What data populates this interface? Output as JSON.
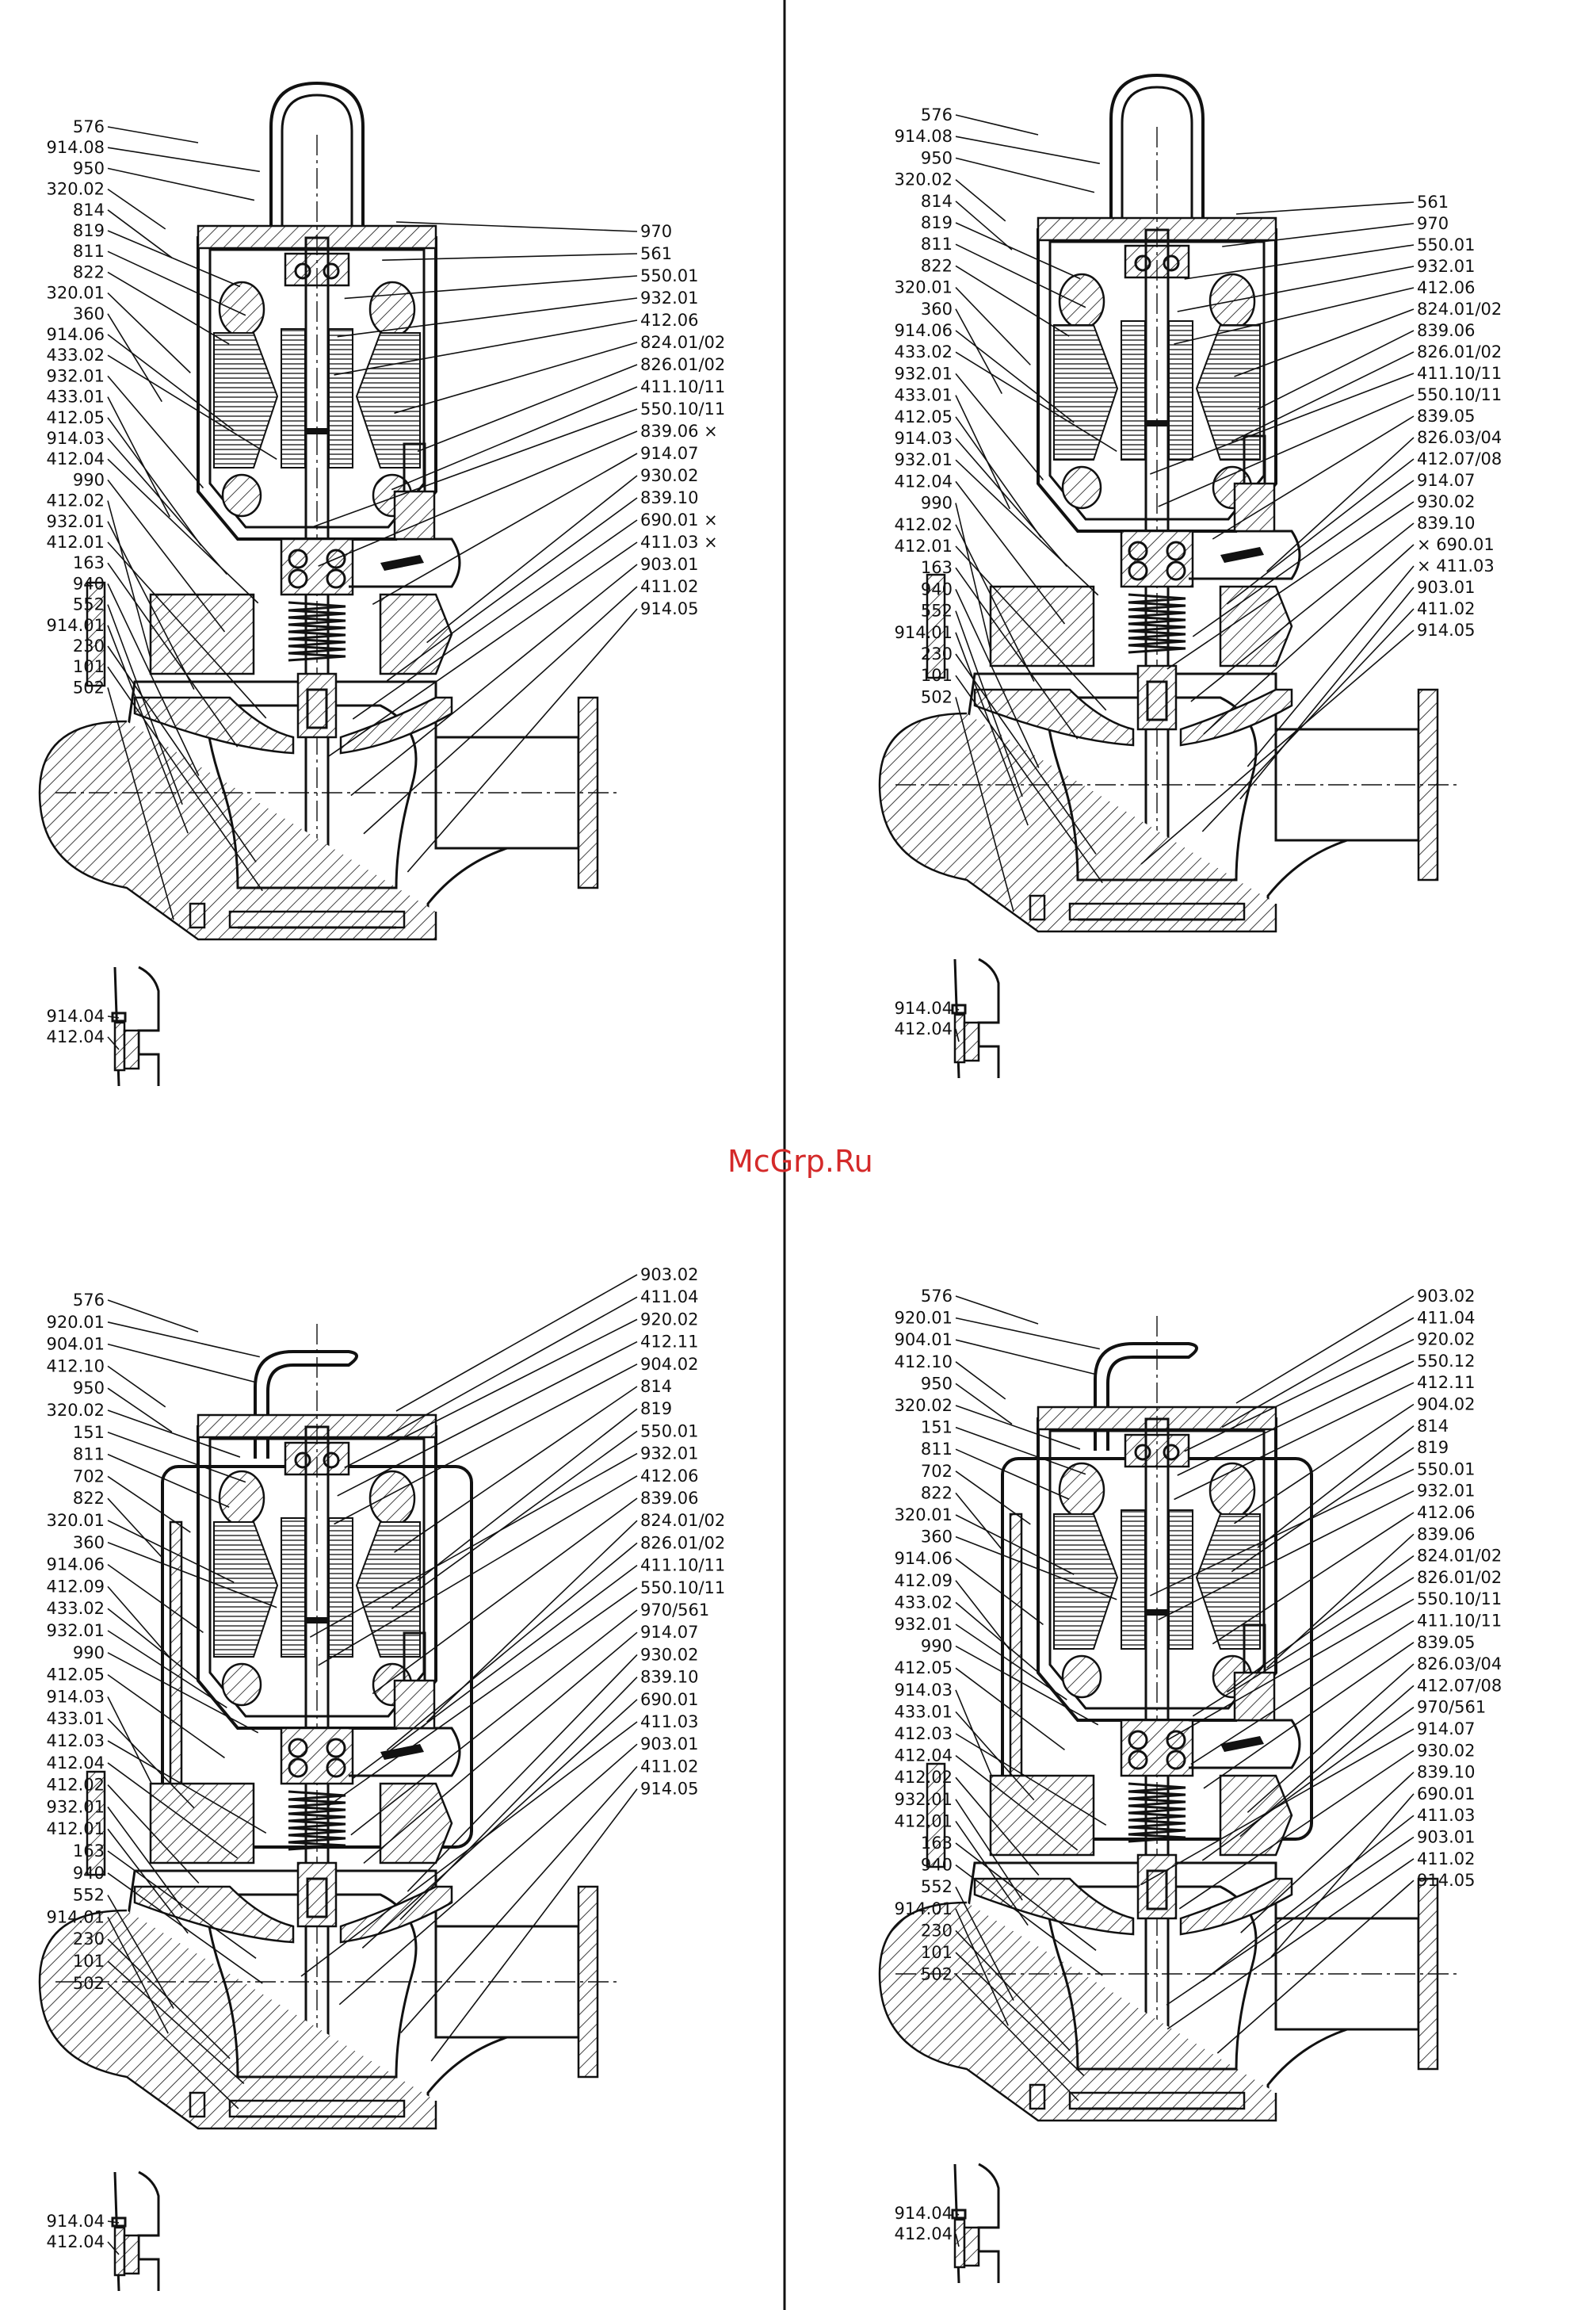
{
  "watermark": "McGrp.Ru",
  "views": [
    {
      "id": "top-left",
      "left_labels": [
        "576",
        "914.08",
        "950",
        "320.02",
        "814",
        "819",
        "811",
        "822",
        "320.01",
        "360",
        "914.06",
        "433.02",
        "932.01",
        "433.01",
        "412.05",
        "914.03",
        "412.04",
        "990",
        "412.02",
        "932.01",
        "412.01",
        "163",
        "940",
        "552",
        "914.01",
        "230",
        "101",
        "502"
      ],
      "right_labels": [
        "970",
        "561",
        "550.01",
        "932.01",
        "412.06",
        "824.01/02",
        "826.01/02",
        "411.10/11",
        "550.10/11",
        "839.06 ×",
        "914.07",
        "930.02",
        "839.10",
        "690.01 ×",
        "411.03 ×",
        "903.01",
        "411.02",
        "914.05"
      ],
      "detail_labels": [
        "914.04",
        "412.04"
      ]
    },
    {
      "id": "top-right",
      "left_labels": [
        "576",
        "914.08",
        "950",
        "320.02",
        "814",
        "819",
        "811",
        "822",
        "320.01",
        "360",
        "914.06",
        "433.02",
        "932.01",
        "433.01",
        "412.05",
        "914.03",
        "932.01",
        "412.04",
        "990",
        "412.02",
        "412.01",
        "163",
        "940",
        "552",
        "914.01",
        "230",
        "101",
        "502"
      ],
      "right_labels": [
        "561",
        "970",
        "550.01",
        "932.01",
        "412.06",
        "824.01/02",
        "839.06",
        "826.01/02",
        "411.10/11",
        "550.10/11",
        "839.05",
        "826.03/04",
        "412.07/08",
        "914.07",
        "930.02",
        "839.10",
        "× 690.01",
        "× 411.03",
        "903.01",
        "411.02",
        "914.05"
      ],
      "detail_labels": [
        "914.04",
        "412.04"
      ]
    },
    {
      "id": "bottom-left",
      "left_labels": [
        "576",
        "920.01",
        "904.01",
        "412.10",
        "950",
        "320.02",
        "151",
        "811",
        "702",
        "822",
        "320.01",
        "360",
        "914.06",
        "412.09",
        "433.02",
        "932.01",
        "990",
        "412.05",
        "914.03",
        "433.01",
        "412.03",
        "412.04",
        "412.02",
        "932.01",
        "412.01",
        "163",
        "940",
        "552",
        "914.01",
        "230",
        "101",
        "502"
      ],
      "right_labels": [
        "903.02",
        "411.04",
        "920.02",
        "412.11",
        "904.02",
        "814",
        "819",
        "550.01",
        "932.01",
        "412.06",
        "839.06",
        "824.01/02",
        "826.01/02",
        "411.10/11",
        "550.10/11",
        "970/561",
        "914.07",
        "930.02",
        "839.10",
        "690.01",
        "411.03",
        "903.01",
        "411.02",
        "914.05"
      ],
      "detail_labels": [
        "914.04",
        "412.04"
      ]
    },
    {
      "id": "bottom-right",
      "left_labels": [
        "576",
        "920.01",
        "904.01",
        "412.10",
        "950",
        "320.02",
        "151",
        "811",
        "702",
        "822",
        "320.01",
        "360",
        "914.06",
        "412.09",
        "433.02",
        "932.01",
        "990",
        "412.05",
        "914.03",
        "433.01",
        "412.03",
        "412.04",
        "412.02",
        "932.01",
        "412.01",
        "163",
        "940",
        "552",
        "914.01",
        "230",
        "101",
        "502"
      ],
      "right_labels": [
        "903.02",
        "411.04",
        "920.02",
        "550.12",
        "412.11",
        "904.02",
        "814",
        "819",
        "550.01",
        "932.01",
        "412.06",
        "839.06",
        "824.01/02",
        "826.01/02",
        "550.10/11",
        "411.10/11",
        "839.05",
        "826.03/04",
        "412.07/08",
        "970/561",
        "914.07",
        "930.02",
        "839.10",
        "690.01",
        "411.03",
        "903.01",
        "411.02",
        "914.05"
      ],
      "detail_labels": [
        "914.04",
        "412.04"
      ]
    }
  ]
}
